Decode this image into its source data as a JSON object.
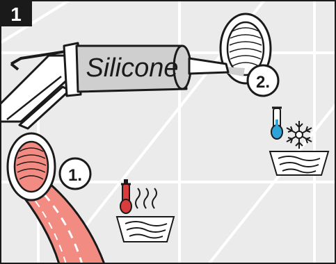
{
  "step_number": "1",
  "tube_label": "Silicone",
  "callouts": {
    "hot_connection": "1.",
    "cold_connection": "2."
  },
  "icons": {
    "hot": "thermometer-red-icon",
    "cold": "thermometer-blue-snowflake-icon",
    "hot_water": "steam-basin-icon",
    "cold_water": "basin-icon"
  },
  "colors": {
    "wall": "#ebebeb",
    "hose": "#f28b82",
    "hot": "#d93c3c",
    "cold": "#2ea3d8",
    "outline": "#1a1a1a"
  }
}
